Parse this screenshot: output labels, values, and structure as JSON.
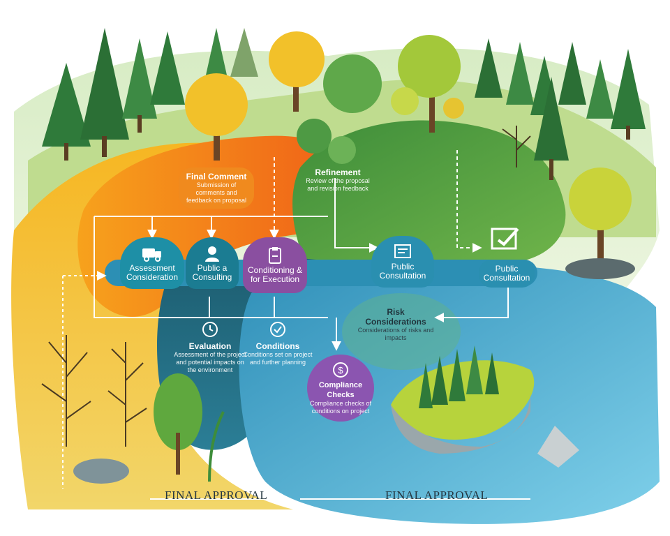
{
  "diagram": {
    "nodes": [
      {
        "id": "assessment",
        "label": "Assessment Consideration",
        "icon": "truck-icon",
        "color": "#1e8fa6"
      },
      {
        "id": "public_a",
        "label": "Public a Consulting",
        "icon": "person-icon",
        "color": "#1b7c92"
      },
      {
        "id": "conditions",
        "label": "Conditioning & for Execution",
        "icon": "clipboard-icon",
        "color": "#8a4fa0"
      },
      {
        "id": "public_consultation_1",
        "label": "Public Consultation",
        "icon": "document-icon",
        "color": "#2a8fb0"
      },
      {
        "id": "public_consultation_2",
        "label": "Public Consultation",
        "icon": "checklist-icon",
        "color": "#2a8fb0"
      },
      {
        "id": "compliance",
        "label": "Compliance Checks",
        "icon": "dollar-icon",
        "color": "#8b55b0"
      }
    ],
    "notes": [
      {
        "id": "final_comment",
        "title": "Final Comment",
        "text": "Submission of comments and feedback on proposal"
      },
      {
        "id": "refinement",
        "title": "Refinement",
        "text": "Review of the proposal and revision feedback"
      },
      {
        "id": "evaluation",
        "title": "Evaluation",
        "text": "Assessment of the project and potential impacts on the environment",
        "icon": "clock-icon"
      },
      {
        "id": "conditions_note",
        "title": "Conditions",
        "text": "Conditions set on project and further planning",
        "icon": "check-icon"
      },
      {
        "id": "risk_considerations",
        "title": "Risk Considerations",
        "text": "Considerations of risks and impacts"
      },
      {
        "id": "compliance_note",
        "text": "Compliance checks of conditions on project"
      }
    ],
    "final_labels": [
      "FINAL APPROVAL",
      "FINAL APPROVAL"
    ]
  }
}
